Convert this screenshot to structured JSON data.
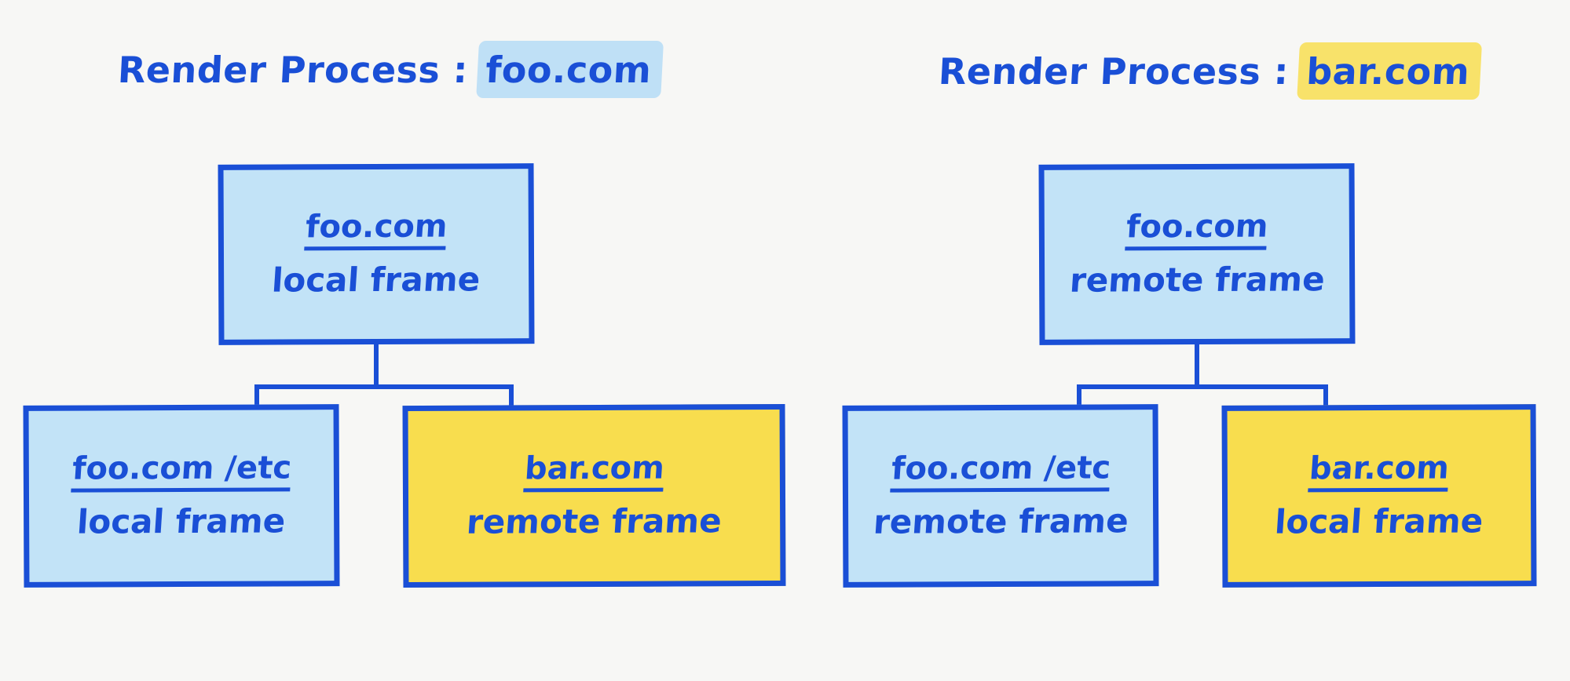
{
  "page": {
    "background_color": "#f7f7f5",
    "ink_color": "#1a4fd6",
    "blue_fill_color": "#c2e3f7",
    "yellow_fill_color": "#f8dd4e",
    "blue_highlight_color": "#bfe0f6",
    "yellow_highlight_color": "#f8e26a"
  },
  "diagrams": [
    {
      "id": "left",
      "heading": {
        "prefix": "Render Process :",
        "origin": "foo.com",
        "highlight": "blue"
      },
      "root": {
        "url": "foo.com",
        "frame_type": "local frame",
        "fill": "blue"
      },
      "children": [
        {
          "url": "foo.com /etc",
          "frame_type": "local frame",
          "fill": "blue"
        },
        {
          "url": "bar.com",
          "frame_type": "remote frame",
          "fill": "yellow"
        }
      ]
    },
    {
      "id": "right",
      "heading": {
        "prefix": "Render Process :",
        "origin": "bar.com",
        "highlight": "yellow"
      },
      "root": {
        "url": "foo.com",
        "frame_type": "remote frame",
        "fill": "blue"
      },
      "children": [
        {
          "url": "foo.com /etc",
          "frame_type": "remote frame",
          "fill": "blue"
        },
        {
          "url": "bar.com",
          "frame_type": "local frame",
          "fill": "yellow"
        }
      ]
    }
  ]
}
